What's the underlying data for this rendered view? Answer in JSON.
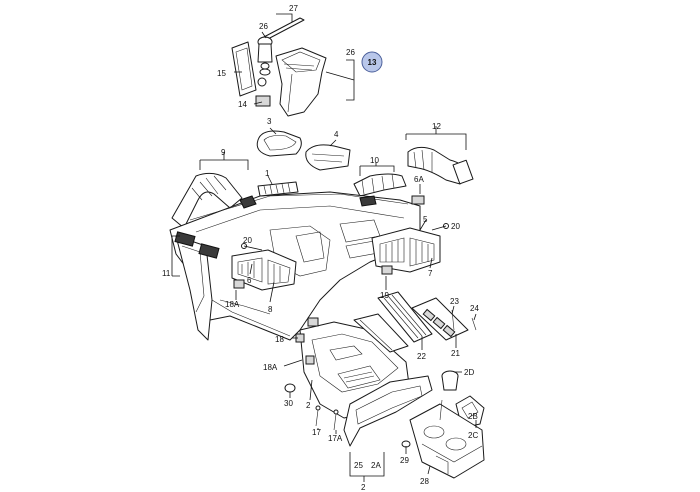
{
  "diagram": {
    "callout_badge": "13",
    "labels": {
      "l27": "27",
      "l26a": "26",
      "l26b": "26",
      "l15": "15",
      "l14": "14",
      "l3": "3",
      "l4": "4",
      "l9": "9",
      "l12": "12",
      "l10": "10",
      "l1": "1",
      "l6a": "6A",
      "l5": "5",
      "l20a": "20",
      "l20b": "20",
      "l11": "11",
      "l6b": "6",
      "l18a_top": "18A",
      "l8": "8",
      "l7": "7",
      "l19": "19",
      "l23": "23",
      "l24": "24",
      "l22": "22",
      "l21": "21",
      "l18": "18",
      "l18a_mid": "18A",
      "l2d": "2D",
      "l30": "30",
      "l2a": "2",
      "l17": "17",
      "l17a": "17A",
      "l2b": "2B",
      "l2c": "2C",
      "l29": "29",
      "l25": "25",
      "l2ab": "2A",
      "l2bottom": "2",
      "l28": "28"
    }
  }
}
